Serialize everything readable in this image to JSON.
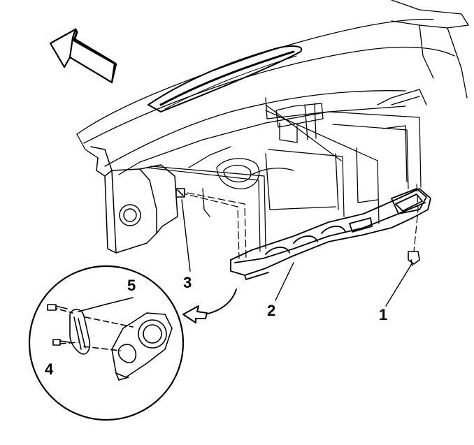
{
  "callouts": {
    "c1": "1",
    "c2": "2",
    "c3": "3",
    "c4": "4",
    "c5": "5"
  },
  "icons": {
    "direction_arrow": "front-direction-arrow-icon"
  },
  "colors": {
    "line": "#000000",
    "background": "#ffffff"
  }
}
